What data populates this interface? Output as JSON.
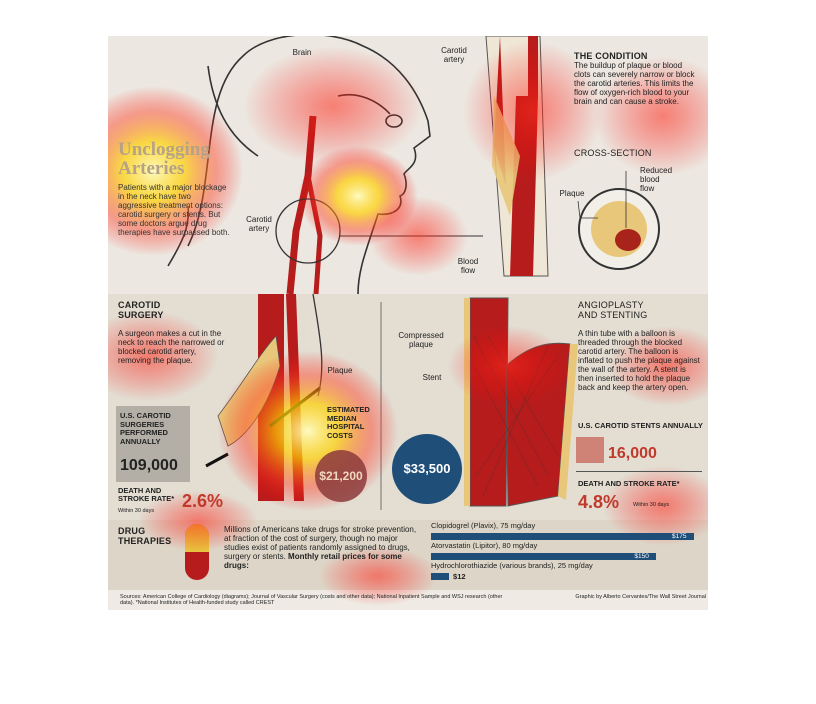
{
  "title": "Unclogging Arteries",
  "intro": "Patients with a major blockage in the neck have two aggressive treatment options: carotid surgery or stents. But some doctors argue drug therapies have surpassed both.",
  "labels": {
    "brain": "Brain",
    "carotid_artery_top": "Carotid\nartery",
    "carotid_artery_neck": "Carotid\nartery",
    "plaque_top": "Plaque",
    "blood_flow": "Blood\nflow",
    "reduced_blood_flow": "Reduced\nblood\nflow",
    "plaque_surgery": "Plaque",
    "compressed_plaque": "Compressed\nplaque",
    "stent": "Stent"
  },
  "condition": {
    "heading": "THE CONDITION",
    "text": "The buildup of plaque or blood clots can severely narrow or block the carotid arteries. This limits the flow of oxygen-rich blood to your brain and can cause a stroke.",
    "cross_section_heading": "CROSS-SECTION"
  },
  "surgery": {
    "heading": "CAROTID\nSURGERY",
    "text": "A surgeon makes a cut in the neck to reach the narrowed or blocked carotid artery, removing the plaque.",
    "stat_label": "U.S. CAROTID\nSURGERIES\nPERFORMED\nANNUALLY",
    "stat_value": "109,000",
    "death_label": "DEATH AND\nSTROKE RATE*",
    "death_sub": "Within 30 days",
    "death_value": "2.6%"
  },
  "costs": {
    "heading": "ESTIMATED\nMEDIAN\nHOSPITAL\nCOSTS",
    "surgery_cost": "$21,200",
    "stent_cost": "$33,500"
  },
  "stenting": {
    "heading": "ANGIOPLASTY\nAND STENTING",
    "text": "A thin tube with a balloon is threaded through the blocked carotid artery. The balloon is inflated to push the plaque against the wall of the artery. A stent is then inserted to hold the plaque back and keep the artery open.",
    "stat_label": "U.S. CAROTID STENTS ANNUALLY",
    "stat_value": "16,000",
    "death_label": "DEATH AND STROKE RATE*",
    "death_value": "4.8%",
    "death_sub": "Within 30 days"
  },
  "drugs": {
    "heading": "DRUG\nTHERAPIES",
    "text": "Millions of Americans take drugs for stroke prevention, at fraction of the cost of surgery, though no major studies exist of patients randomly assigned to drugs, surgery or stents.",
    "text_bold": "Monthly retail prices for some drugs:",
    "items": [
      {
        "name": "Clopidogrel (Plavix), 75 mg/day",
        "value": 175,
        "label": "$175"
      },
      {
        "name": "Atorvastatin (Lipitor), 80 mg/day",
        "value": 150,
        "label": "$150"
      },
      {
        "name": "Hydrochlorothiazide (various brands), 25 mg/day",
        "value": 12,
        "label": "$12"
      }
    ]
  },
  "footer": {
    "sources": "Sources: American College of Cardiology (diagrams); Journal of Vascular Surgery (costs and other data); National Inpatient Sample and WSJ research (other data). *National Institutes of Health-funded study called CREST",
    "credit": "Graphic by Alberto Cervantes/The Wall Street Journal"
  },
  "colors": {
    "artery_red": "#c0392b",
    "plaque_yellow": "#e8c77a",
    "cost_surgery": "#8c3b3b",
    "cost_stent": "#1f4e79",
    "drug_bar": "#1f4e79"
  }
}
